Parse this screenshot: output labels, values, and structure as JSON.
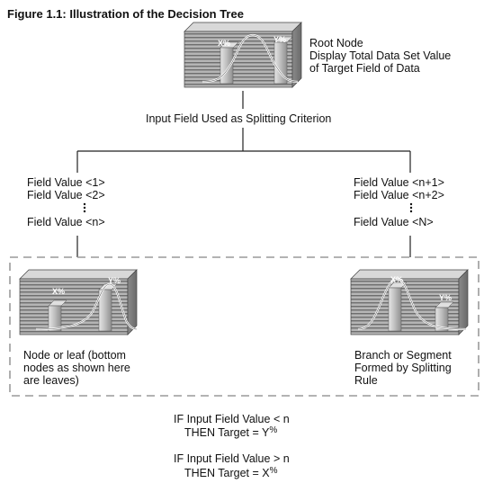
{
  "title": "Figure 1.1:  Illustration of the Decision Tree",
  "root_node": {
    "lines": [
      "Root Node",
      "Display Total Data Set Value",
      "of Target Field of Data"
    ],
    "chart_labels": [
      "X%",
      "Y%"
    ]
  },
  "splitting_label": "Input Field Used as Splitting Criterion",
  "left_branch": {
    "values": [
      "Field Value <1>",
      "Field Value <2>",
      "Field Value <n>"
    ]
  },
  "right_branch": {
    "values": [
      "Field Value <n+1>",
      "Field Value <n+2>",
      "Field Value <N>"
    ]
  },
  "left_leaf": {
    "chart_labels": [
      "X%",
      "Y%"
    ],
    "caption_lines": [
      "Node or leaf (bottom",
      "nodes as shown here",
      "are leaves)"
    ]
  },
  "right_leaf": {
    "chart_labels": [
      "X%",
      "Y%"
    ],
    "caption_lines": [
      "Branch or Segment",
      "Formed by Splitting",
      "Rule"
    ]
  },
  "rules": [
    {
      "condition": "IF  Input Field Value < n",
      "then_text": "THEN Target = Y",
      "then_unit": "%"
    },
    {
      "condition": "IF  Input Field Value > n",
      "then_text": "THEN Target = X",
      "then_unit": "%"
    }
  ]
}
